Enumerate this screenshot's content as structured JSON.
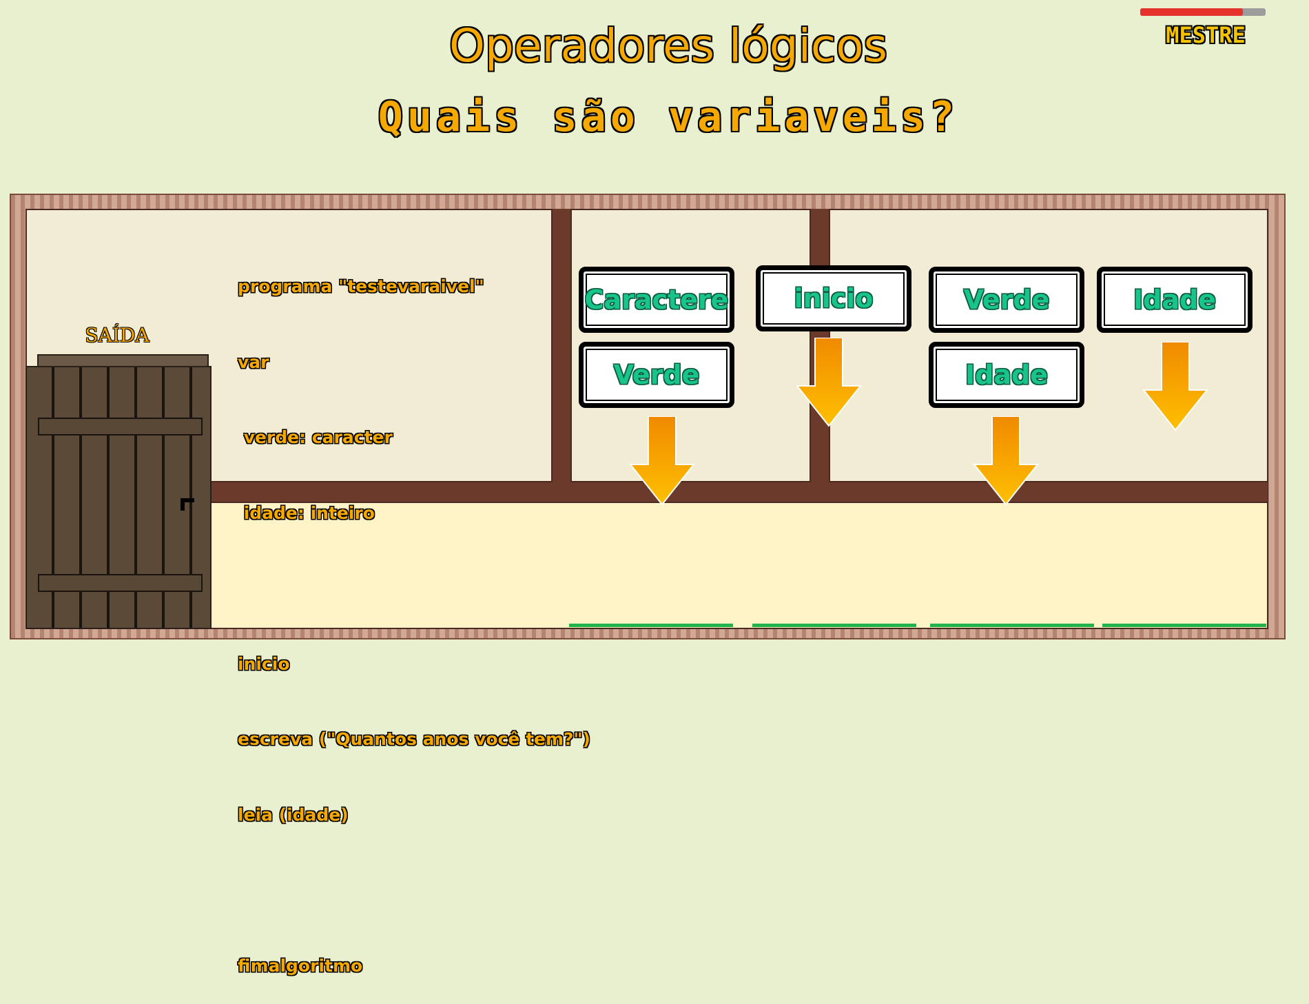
{
  "header": {
    "title": "Operadores lógicos",
    "subtitle": "Quais são variaveis?"
  },
  "player": {
    "rank": "MESTRE",
    "health_percent": 82,
    "health_color": "#e5322a"
  },
  "door": {
    "label": "SAÍDA"
  },
  "code": {
    "lines": [
      "programa \"testevaraivel\"",
      "var",
      " verde: caracter",
      " idade: inteiro",
      "",
      "inicio",
      "escreva (\"Quantos anos você tem?\")",
      "leia (idade)",
      "",
      "fimalgoritmo"
    ]
  },
  "cards": [
    {
      "label": "Caractere"
    },
    {
      "label": "Verde"
    },
    {
      "label": "inicio"
    },
    {
      "label": "Verde"
    },
    {
      "label": "Idade"
    },
    {
      "label": "Idade"
    }
  ],
  "colors": {
    "accent_text": "#f5a800",
    "card_text": "#18c48a",
    "arrow": "#f5a000",
    "slot": "#22b34a"
  }
}
